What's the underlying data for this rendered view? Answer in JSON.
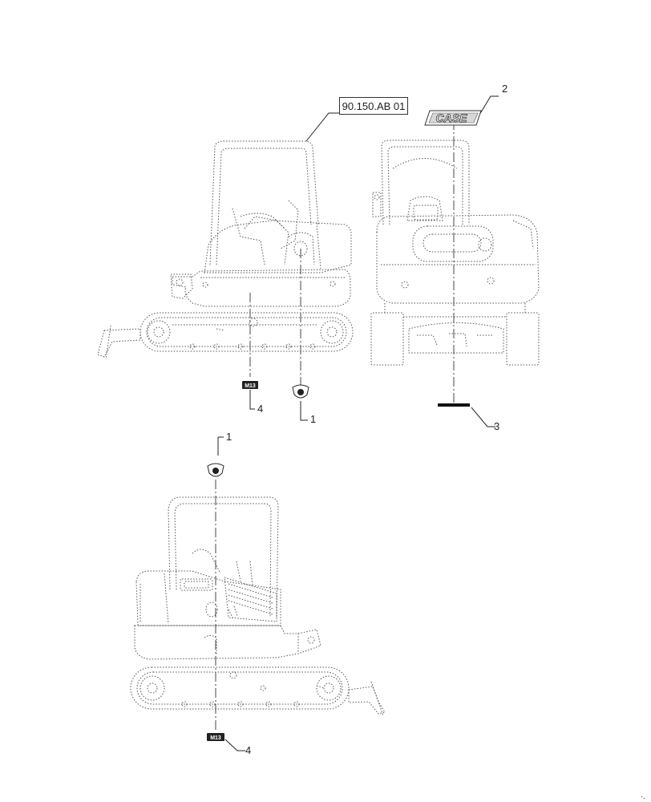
{
  "reference": {
    "label": "90.150.AB 01"
  },
  "callouts": {
    "c1_top": "1",
    "c1_bottom": "1",
    "c2": "2",
    "c3": "3",
    "c4_top": "4",
    "c4_bottom": "4"
  },
  "decals": {
    "brand_logo": "CASE",
    "model_badge": "M13"
  },
  "icons": {
    "decal_1": "round-decal-icon",
    "decal_2": "case-logo-decal-icon",
    "decal_3": "stripe-decal-icon",
    "decal_4": "model-badge-icon"
  }
}
